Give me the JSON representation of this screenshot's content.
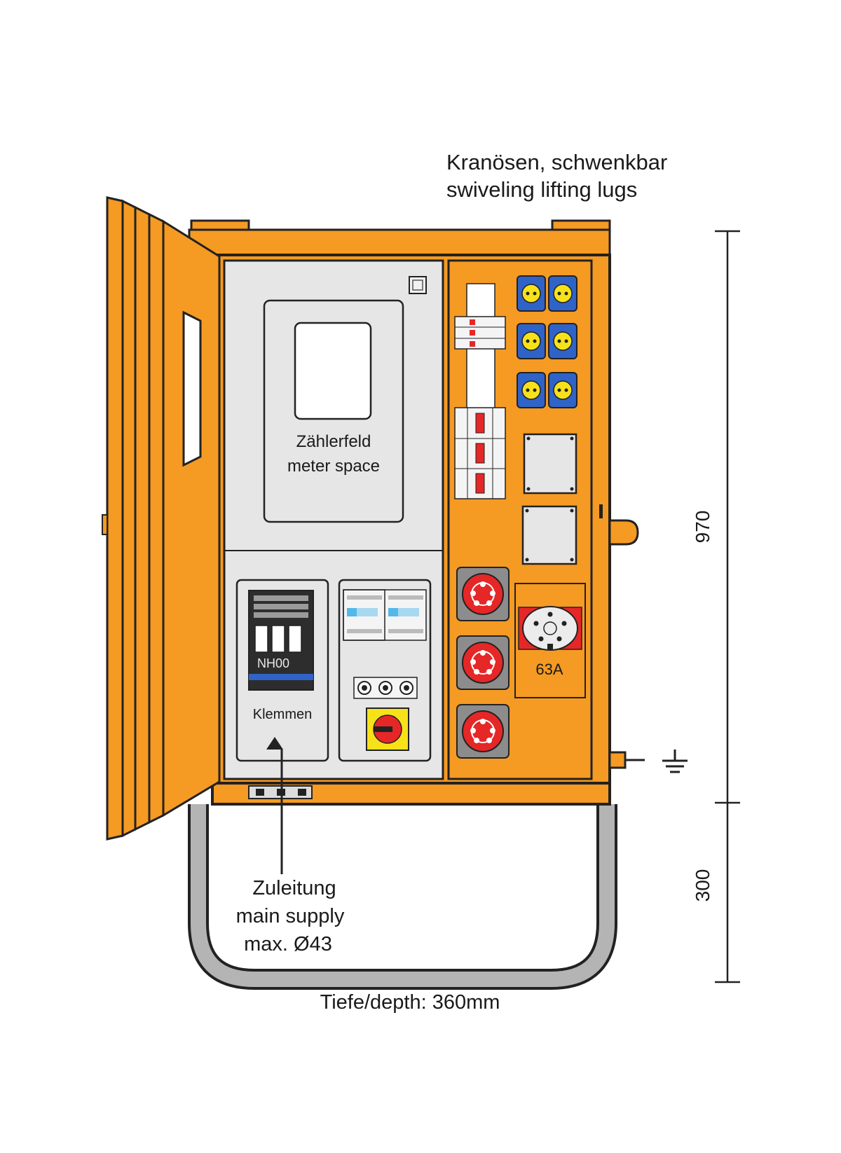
{
  "labels": {
    "lifting_lugs_de": "Kranösen,  schwenkbar",
    "lifting_lugs_en": "swiveling  lifting  lugs",
    "meter_de": "Zählerfeld",
    "meter_en": "meter space",
    "fuse": "NH00",
    "terminals": "Klemmen",
    "supply_de": "Zuleitung",
    "supply_en": "main supply",
    "supply_max": "max. Ø43",
    "socket_rating": "63A",
    "dim_height": "970",
    "dim_base": "300",
    "depth": "Tiefe/depth: 360mm"
  },
  "colors": {
    "cabinet_orange": "#f59a23",
    "outline": "#222222",
    "panel_grey": "#e6e6e6",
    "cee_red": "#e52727",
    "schuko_blue": "#2f63c8",
    "frame_grey": "#b4b4b4"
  }
}
